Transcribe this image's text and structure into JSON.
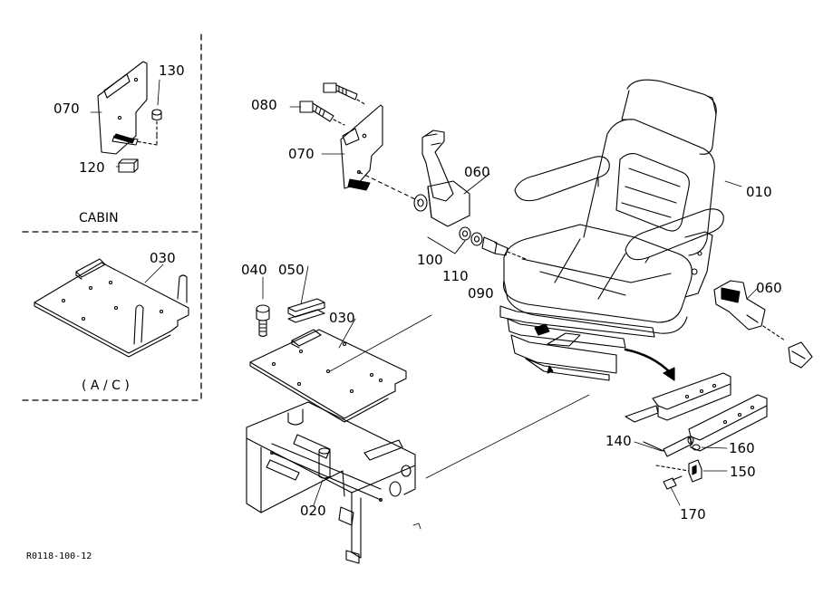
{
  "figure_code": "R0118-100-12",
  "sections": {
    "cabin": "CABIN",
    "ac": "( A / C )"
  },
  "callouts": {
    "c010": "010",
    "c020": "020",
    "c030a": "030",
    "c030b": "030",
    "c040": "040",
    "c050": "050",
    "c060a": "060",
    "c060b": "060",
    "c070a": "070",
    "c070b": "070",
    "c080": "080",
    "c090": "090",
    "c100": "100",
    "c110": "110",
    "c120": "120",
    "c130": "130",
    "c140": "140",
    "c150": "150",
    "c160": "160",
    "c170": "170"
  }
}
